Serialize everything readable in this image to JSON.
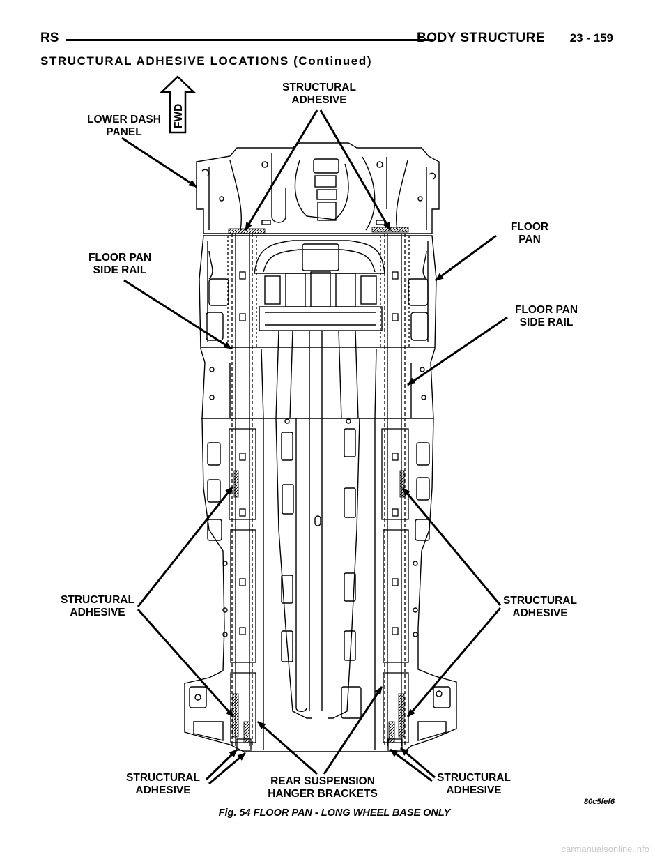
{
  "header": {
    "left": "RS",
    "section": "BODY STRUCTURE",
    "page": "23 - 159",
    "subtitle": "STRUCTURAL ADHESIVE LOCATIONS (Continued)"
  },
  "labels": {
    "fwd": "FWD",
    "structural_adhesive_top_1": "STRUCTURAL",
    "structural_adhesive_top_2": "ADHESIVE",
    "lower_dash_1": "LOWER DASH",
    "lower_dash_2": "PANEL",
    "floor_pan_1": "FLOOR",
    "floor_pan_2": "PAN",
    "side_rail_left_1": "FLOOR PAN",
    "side_rail_left_2": "SIDE RAIL",
    "side_rail_right_1": "FLOOR PAN",
    "side_rail_right_2": "SIDE RAIL",
    "adh_left_mid_1": "STRUCTURAL",
    "adh_left_mid_2": "ADHESIVE",
    "adh_right_mid_1": "STRUCTURAL",
    "adh_right_mid_2": "ADHESIVE",
    "adh_bottom_left_1": "STRUCTURAL",
    "adh_bottom_left_2": "ADHESIVE",
    "rear_susp_1": "REAR SUSPENSION",
    "rear_susp_2": "HANGER BRACKETS",
    "adh_bottom_right_1": "STRUCTURAL",
    "adh_bottom_right_2": "ADHESIVE",
    "figure_code": "80c5fef6"
  },
  "caption": "Fig. 54 FLOOR PAN - LONG WHEEL BASE ONLY",
  "watermark": "carmanualsonline.info"
}
